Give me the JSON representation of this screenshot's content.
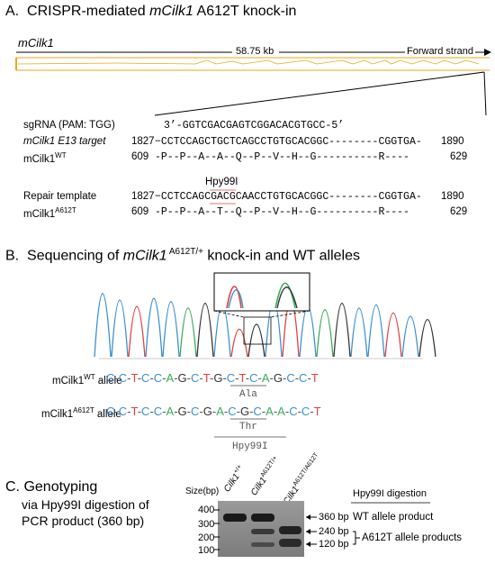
{
  "panelA": {
    "letter": "A.",
    "title_pre": "CRISPR-mediated ",
    "title_gene": "mCilk1",
    "title_post": " A612T knock-in",
    "gene_label": "mCilk1",
    "length_label": "58.75 kb",
    "strand_label": "Forward strand",
    "sgrna_label": "sgRNA (PAM: TGG)",
    "sgrna_seq": "3’-GGTCGACGAGTCGGACACGTGCC-5’",
    "target_label": "mCilk1 E13 target",
    "target_start": "1827",
    "target_seq": "−CCTCCAGCTGCTCAGCCTGTGCACGGC--------CGGTGA-",
    "target_end": "1890",
    "wt_label": "mCilk1",
    "wt_sup": "WT",
    "wt_start": "609",
    "wt_seq": "-P--P--A--A--Q--P--V--H--G----------R----",
    "wt_end": "629",
    "site_label": "Hpy99I",
    "repair_label": "Repair template",
    "repair_start": "1827",
    "repair_seq": "−CCTCCAGCGACGCAACCTGTGCACGGC--------CGGTGA-",
    "repair_end": "1890",
    "ki_label": "mCilk1",
    "ki_sup": "A612T",
    "ki_start": "609",
    "ki_seq": "-P--P--A--T--Q--P--V--H--G----------R----",
    "ki_end": "629"
  },
  "panelB": {
    "letter": "B.",
    "title_pre": "Sequencing of ",
    "title_gene": "mCilk1",
    "title_sup": " A612T/+",
    "title_post": " knock-in and WT alleles",
    "wt_allele_label_pre": "mCilk1",
    "wt_allele_sup": "WT",
    "wt_allele_label_post": " allele",
    "ki_allele_label_pre": "mCilk1",
    "ki_allele_sup": "A612T",
    "ki_allele_label_post": " allele",
    "wt_bases": [
      "C",
      "C",
      "T",
      "C",
      "C",
      "A",
      "G",
      "C",
      "T",
      "G",
      "C",
      "T",
      "C",
      "A",
      "G",
      "C",
      "C",
      "T"
    ],
    "ki_bases": [
      "C",
      "C",
      "T",
      "C",
      "C",
      "A",
      "G",
      "C",
      "G",
      "A",
      "C",
      "G",
      "C",
      "A",
      "A",
      "C",
      "C",
      "T"
    ],
    "wt_codon": "Ala",
    "ki_codon": "Thr",
    "enzyme": "Hpy99I",
    "base_colors": {
      "A": "#3aaa5a",
      "C": "#3a8fd0",
      "G": "#333333",
      "T": "#e04040"
    }
  },
  "panelC": {
    "letter": "C.",
    "title_line1": "Genotyping",
    "title_line2": "via Hpy99I digestion of",
    "title_line3": "PCR product (360 bp)",
    "size_label": "Size(bp)",
    "ladder": [
      "400",
      "300",
      "200",
      "100"
    ],
    "lanes": [
      {
        "name": "Cilk1",
        "sup": "+/+"
      },
      {
        "name": "Cilk1",
        "sup": "A612T/+"
      },
      {
        "name": "Cilk1",
        "sup": "A612T/A612T"
      }
    ],
    "band_labels": [
      "360 bp",
      "240 bp",
      "120 bp"
    ],
    "digest_header": "Hpy99I digestion",
    "wt_product": "WT allele product",
    "ki_product": "A612T allele products"
  }
}
